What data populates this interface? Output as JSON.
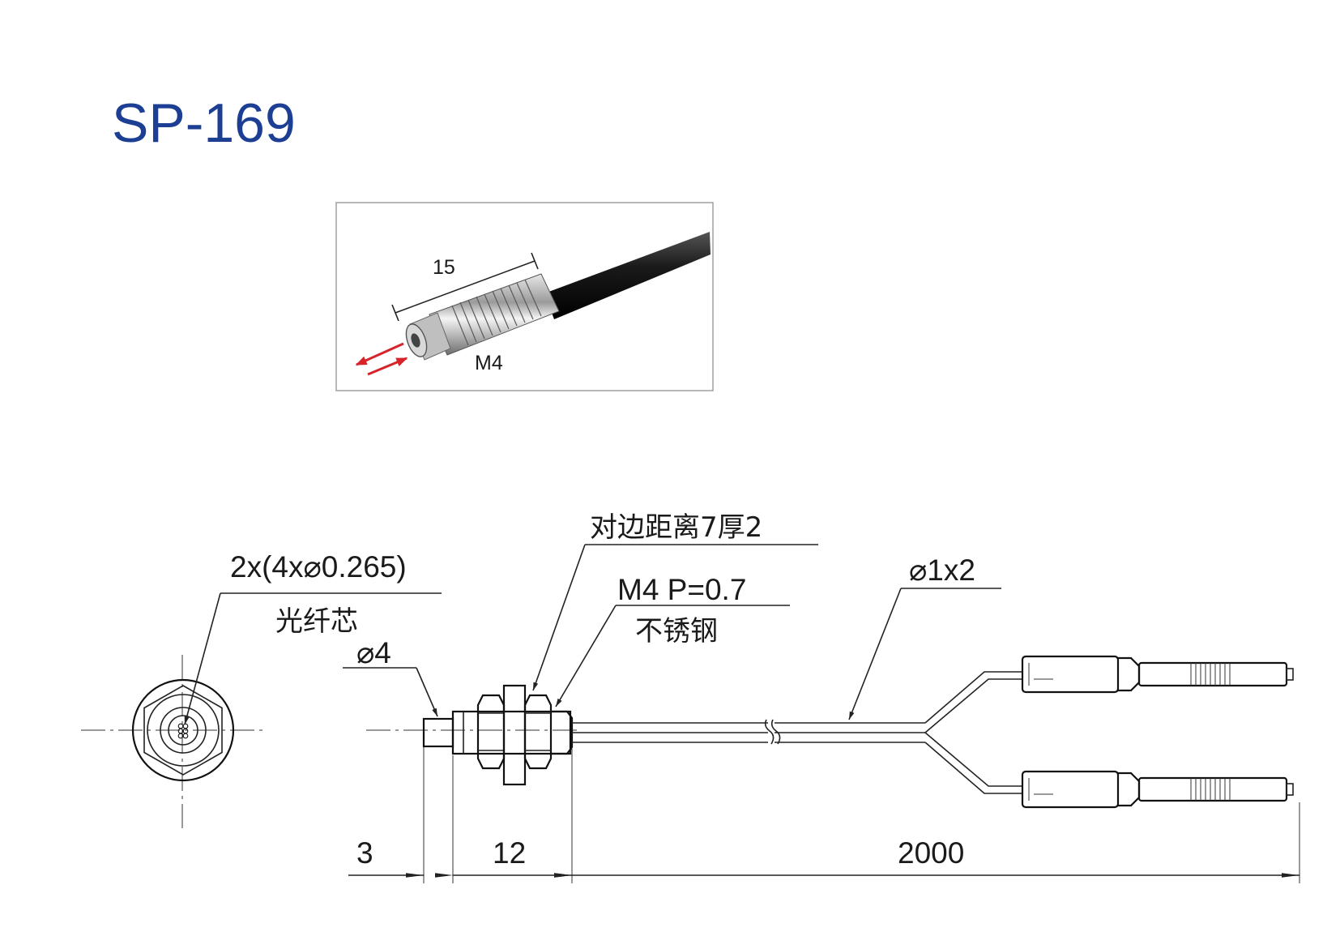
{
  "title": "SP-169",
  "photo": {
    "length_label": "15",
    "thread_label": "M4",
    "arrow_color": "#d6242a"
  },
  "front_view": {
    "core_label": "2x(4x⌀0.265)",
    "core_name": "光纤芯"
  },
  "side_view": {
    "tip_diameter": "⌀4",
    "nut_label": "对边距离7厚2",
    "thread_label": "M4 P=0.7",
    "material": "不锈钢",
    "cable_label": "⌀1x2",
    "dim_tip": "3",
    "dim_body": "12",
    "dim_cable": "2000"
  },
  "colors": {
    "title": "#1c3f94",
    "line": "#222222"
  }
}
